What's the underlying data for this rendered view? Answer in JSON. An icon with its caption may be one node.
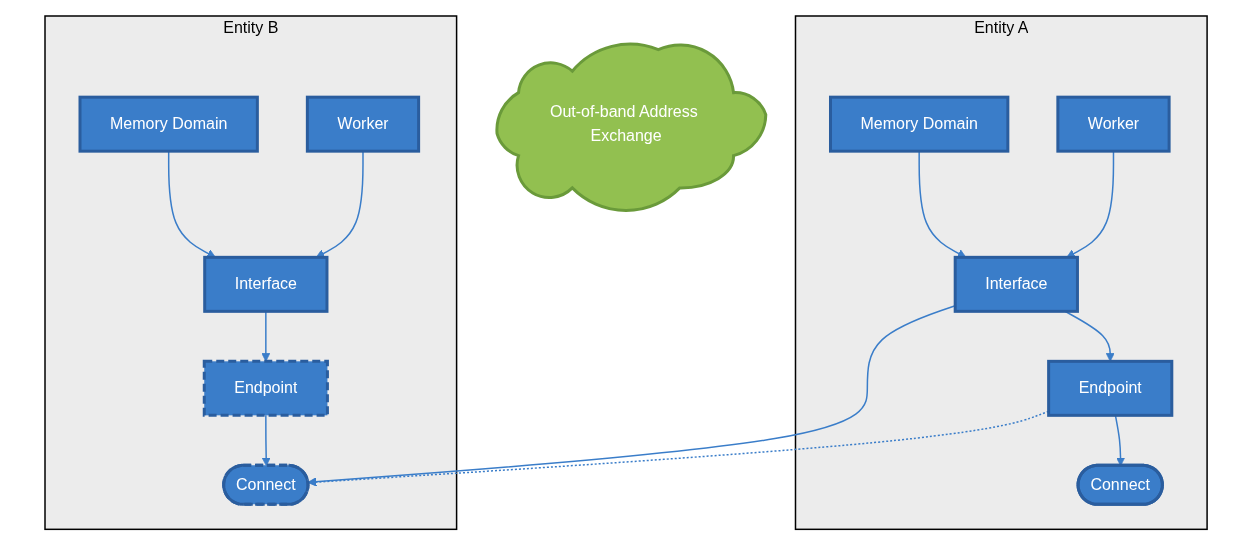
{
  "diagram": {
    "nodes": [
      {
        "text": [
          "Entity A"
        ]
      },
      {
        "text": [
          "Memory Domain"
        ],
        "in": 0
      },
      {
        "text": [
          "Worker"
        ],
        "in": 0
      },
      {
        "text": [
          "Interface"
        ],
        "in": 0
      },
      {
        "text": [
          "Endpoint"
        ],
        "in": 0
      },
      {
        "text": [
          "Connect"
        ],
        "in": 0
      },
      {
        "text": [
          "Out-of-band Address Exchange"
        ]
      },
      {
        "text": [
          "Entity B"
        ]
      },
      {
        "text": [
          "Memory Domain"
        ],
        "in": 7
      },
      {
        "text": [
          "Worker"
        ],
        "in": 7
      },
      {
        "text": [
          "Interface"
        ],
        "in": 7
      },
      {
        "text": [
          "Endpoint"
        ],
        "in": 7
      },
      {
        "text": [
          "Connect"
        ],
        "in": 7
      }
    ],
    "edges": [
      {
        "from": 1,
        "to": 3,
        "arrow": "to"
      },
      {
        "from": 2,
        "to": 3,
        "arrow": "to"
      },
      {
        "from": 3,
        "to": 4,
        "arrow": "to"
      },
      {
        "from": 4,
        "to": 5,
        "arrow": "to"
      },
      {
        "from": 3,
        "to": 12,
        "arrow": "to"
      },
      {
        "from": 4,
        "to": 12,
        "arrow": "to",
        "style": "dashed"
      },
      {
        "from": 8,
        "to": 10,
        "arrow": "to"
      },
      {
        "from": 9,
        "to": 10,
        "arrow": "to"
      },
      {
        "from": 10,
        "to": 11,
        "arrow": "to"
      },
      {
        "from": 11,
        "to": 12,
        "arrow": "to"
      }
    ]
  }
}
